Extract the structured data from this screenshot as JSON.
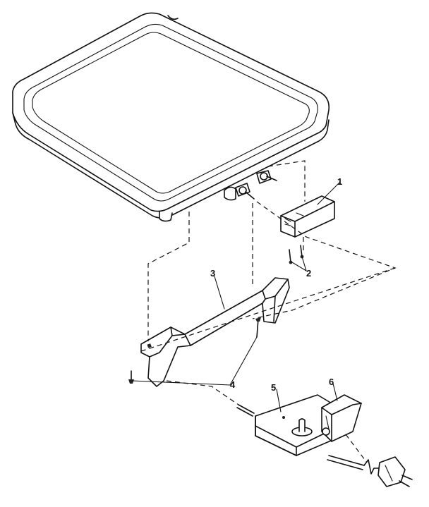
{
  "callouts": [
    {
      "key": "c1",
      "label": "1"
    },
    {
      "key": "c2",
      "label": "2"
    },
    {
      "key": "c3",
      "label": "3"
    },
    {
      "key": "c4",
      "label": "4"
    },
    {
      "key": "c5",
      "label": "5"
    },
    {
      "key": "c6",
      "label": "6"
    }
  ],
  "colors": {
    "ink": "#111111",
    "background": "#ffffff"
  }
}
